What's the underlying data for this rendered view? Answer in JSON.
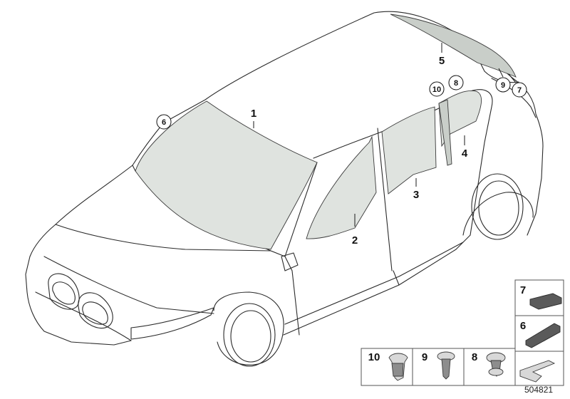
{
  "callouts": {
    "c1": "1",
    "c2": "2",
    "c3": "3",
    "c4": "4",
    "c5": "5",
    "c6": "6",
    "c7": "7",
    "c8": "8",
    "c9": "9",
    "c10": "10"
  },
  "legend": {
    "l7": "7",
    "l6": "6",
    "l10": "10",
    "l9": "9",
    "l8": "8"
  },
  "diagram_id": "504821"
}
